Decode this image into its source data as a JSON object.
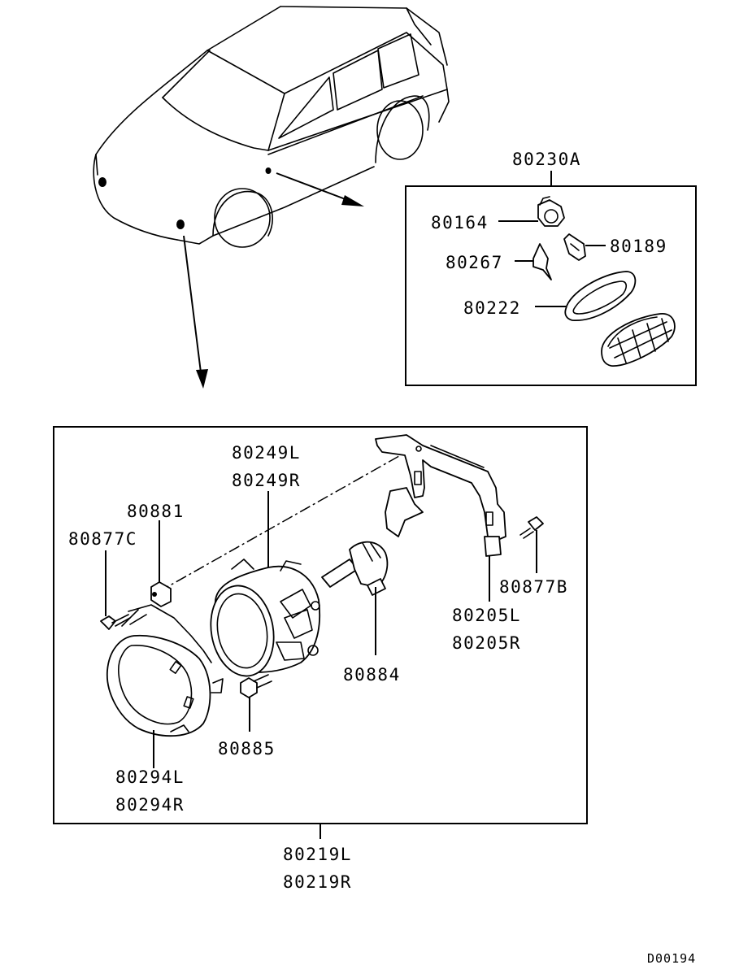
{
  "diagram": {
    "code": "D00194",
    "assembly": {
      "left": "80219L",
      "right": "80219R"
    },
    "side_marker": {
      "kit": "80230A",
      "parts": [
        {
          "id": "socket",
          "label": "80164"
        },
        {
          "id": "bulb",
          "label": "80189"
        },
        {
          "id": "clip",
          "label": "80267"
        },
        {
          "id": "gasket",
          "label": "80222"
        }
      ]
    },
    "fog_lamp": {
      "lamp_l": "80249L",
      "lamp_r": "80249R",
      "nut": "80881",
      "screw_c": "80877C",
      "screw_b": "80877B",
      "bracket_l": "80205L",
      "bracket_r": "80205R",
      "bulb": "80884",
      "bolt": "80885",
      "bezel_l": "80294L",
      "bezel_r": "80294R"
    }
  }
}
